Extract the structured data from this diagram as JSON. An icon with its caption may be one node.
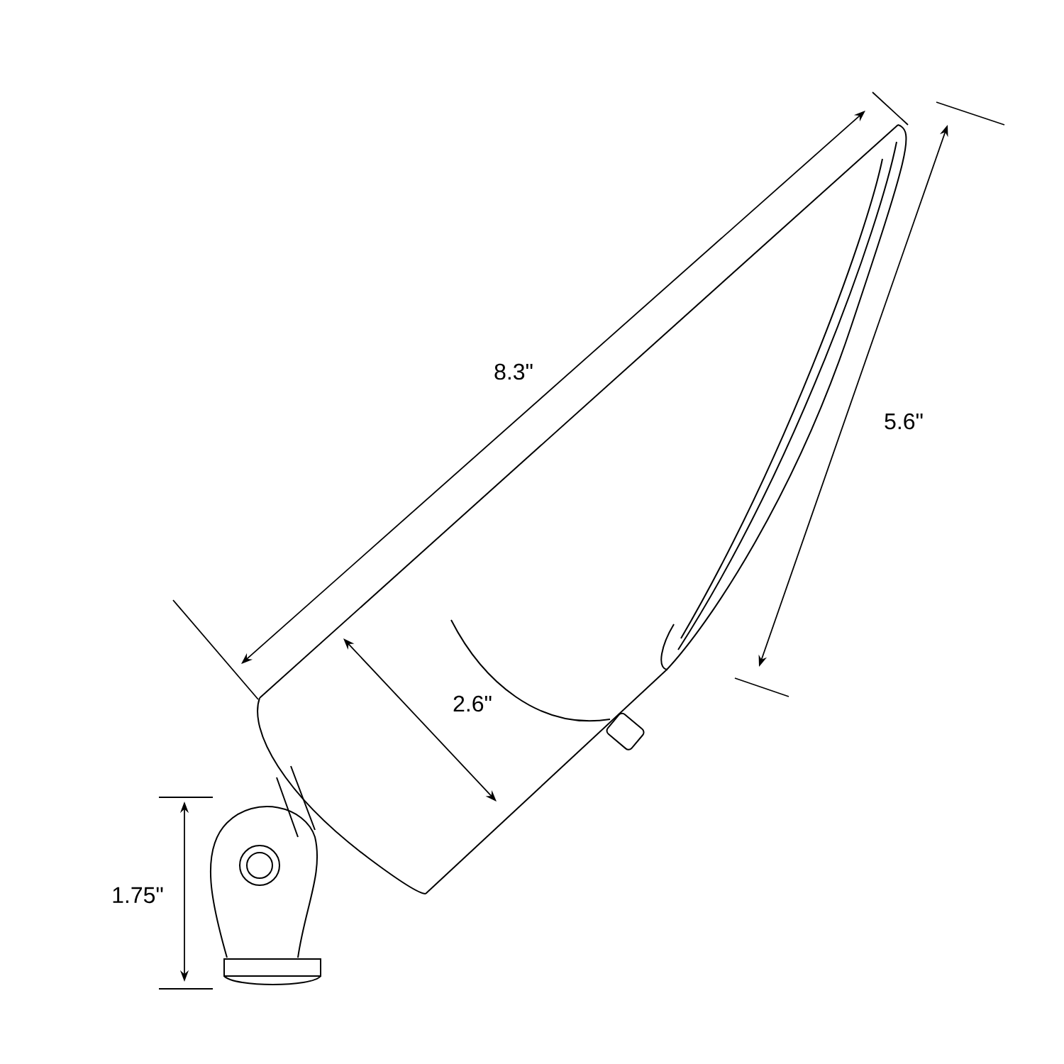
{
  "diagram": {
    "labels": [
      "8.3\"",
      "5.6\"",
      "2.6\"",
      "1.75\""
    ]
  }
}
